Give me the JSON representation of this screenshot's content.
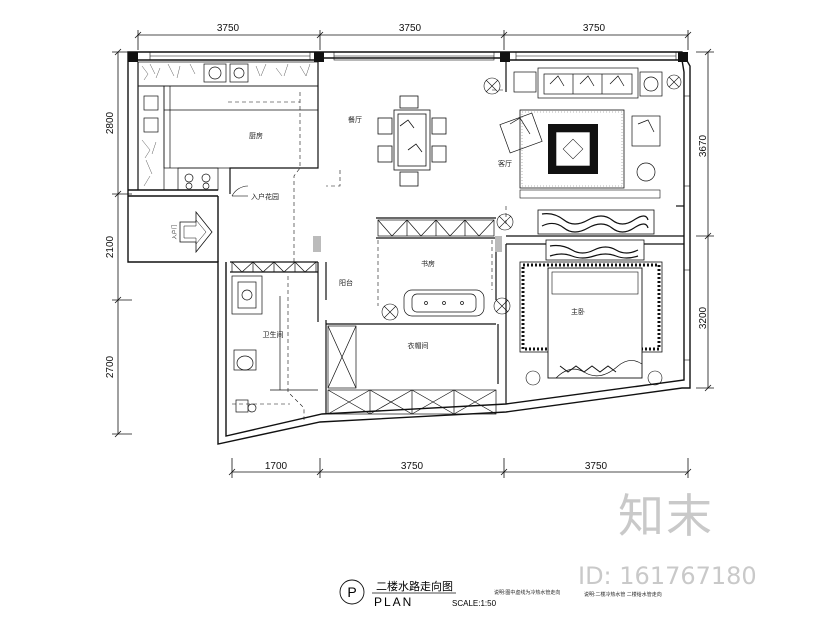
{
  "dimensions": {
    "top": [
      "3750",
      "3750",
      "3750"
    ],
    "bottom": [
      "1700",
      "3750",
      "3750"
    ],
    "left": [
      "2800",
      "2100",
      "2700"
    ],
    "right": [
      "3670",
      "3200"
    ]
  },
  "rooms": {
    "kitchen": "厨房",
    "dining": "餐厅",
    "living": "客厅",
    "entrance": "入户花园",
    "study": "书房",
    "bath": "卫生间",
    "master": "主卧",
    "balcony": "阳台",
    "closet": "衣帽间",
    "entry_arrow": "入户门"
  },
  "title": {
    "circle_letter": "P",
    "name": "二楼水路走向图",
    "plan_word": "PLAN",
    "scale": "SCALE:1:50",
    "note_left": "说明:图中虚线为冷热水管走向",
    "note_right": "说明:二楼冷热水管  二楼给水管走向"
  },
  "watermark": {
    "logo": "知末",
    "id": "ID: 161767180"
  },
  "colors": {
    "line": "#111111",
    "fill_gray": "#bbbbbb",
    "watermark": "#c9c9c9"
  }
}
